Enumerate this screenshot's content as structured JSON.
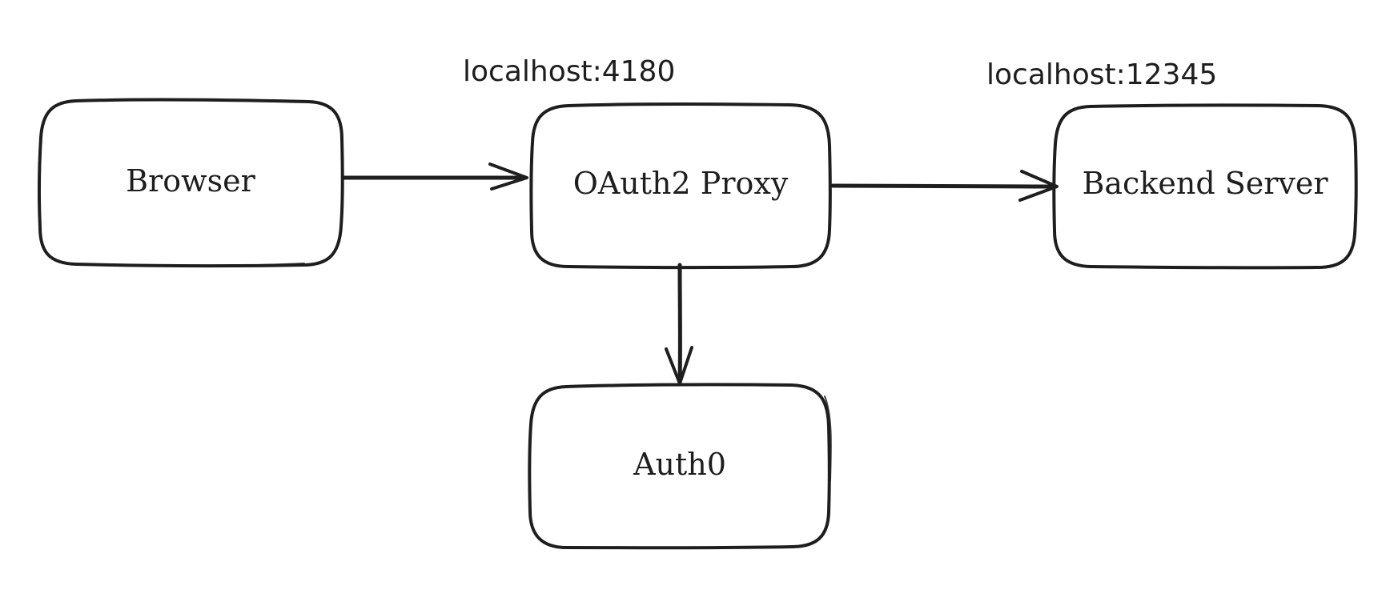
{
  "nodes": {
    "browser": {
      "label": "Browser"
    },
    "proxy": {
      "label": "OAuth2 Proxy"
    },
    "backend": {
      "label": "Backend Server"
    },
    "auth0": {
      "label": "Auth0"
    }
  },
  "annotations": {
    "proxy_address": "localhost:4180",
    "backend_address": "localhost:12345"
  },
  "edges": [
    {
      "from": "Browser",
      "to": "OAuth2 Proxy"
    },
    {
      "from": "OAuth2 Proxy",
      "to": "Backend Server"
    },
    {
      "from": "OAuth2 Proxy",
      "to": "Auth0"
    }
  ],
  "colors": {
    "stroke": "#1e1e1e",
    "background": "#ffffff"
  }
}
